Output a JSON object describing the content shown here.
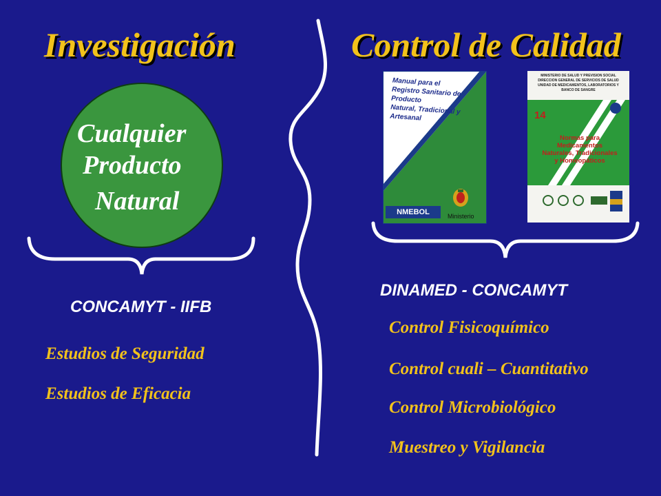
{
  "left": {
    "heading": "Investigación",
    "circle_lines": [
      "Cualquier",
      "Producto",
      "Natural"
    ],
    "org": "CONCAMYT - IIFB",
    "items": [
      "Estudios de Seguridad",
      "Estudios de Eficacia"
    ]
  },
  "right": {
    "heading": "Control de Calidad",
    "org": "DINAMED - CONCAMYT",
    "items": [
      "Control Fisicoquímico",
      "Control cuali – Cuantitativo",
      "Control Microbiológico",
      "Muestreo y Vigilancia"
    ],
    "book1": {
      "title_lines": [
        "Manual para el",
        "Registro Sanitario de Producto",
        "Natural, Tradicional y Artesanal"
      ],
      "logo": "NMEBOL",
      "ministry": "Ministerio"
    },
    "book2": {
      "header_lines": [
        "MINISTERIO DE SALUD Y PREVISION SOCIAL",
        "DIRECCION GENERAL DE SERVICIOS DE SALUD",
        "UNIDAD DE MEDICAMENTOS, LABORATORIOS Y BANCO DE SANGRE"
      ],
      "number": "14",
      "title_lines": [
        "Normas para",
        "Medicamentos",
        "Naturales, Tradicionales",
        "y Homeopáticos"
      ]
    }
  },
  "colors": {
    "background": "#1a1a8c",
    "accent_gold": "#f2c21b",
    "circle_green": "#3a963e",
    "text_white": "#ffffff"
  }
}
